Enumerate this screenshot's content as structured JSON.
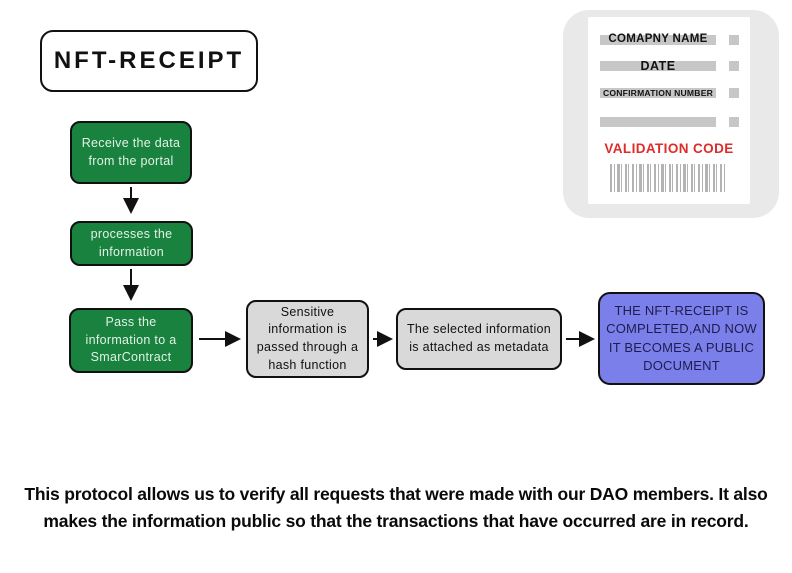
{
  "title_box": {
    "label": "NFT-RECEIPT"
  },
  "receipt_preview": {
    "fields": [
      {
        "label": "COMAPNY NAME"
      },
      {
        "label": "DATE"
      },
      {
        "label": "CONFIRMATION NUMBER"
      },
      {
        "label": ""
      }
    ],
    "validation_label": "VALIDATION CODE"
  },
  "flow": {
    "steps": {
      "green": [
        "Receive the data from the portal",
        "processes the information",
        "Pass the information to a SmarContract"
      ],
      "gray": [
        "Sensitive information is passed through a hash function",
        "The selected information is attached as metadata"
      ],
      "final": "THE NFT-RECEIPT IS COMPLETED,AND NOW IT BECOMES A PUBLIC DOCUMENT"
    }
  },
  "footer": {
    "text": "This protocol allows us to verify all requests that were made with our DAO members. It also makes the information public so that the transactions that have occurred are in record."
  },
  "colors": {
    "green_box": "#18823e",
    "green_text": "#e2f2e6",
    "gray_box": "#d9d9d9",
    "blue_box": "#7b7fe9",
    "blue_text": "#1d1d4f",
    "receipt_card": "#e9e9e9",
    "receipt_bar": "#c7c7c7",
    "validation_red": "#e02b2b",
    "barcode_gray": "#b3b3b3",
    "border_black": "#111111"
  }
}
